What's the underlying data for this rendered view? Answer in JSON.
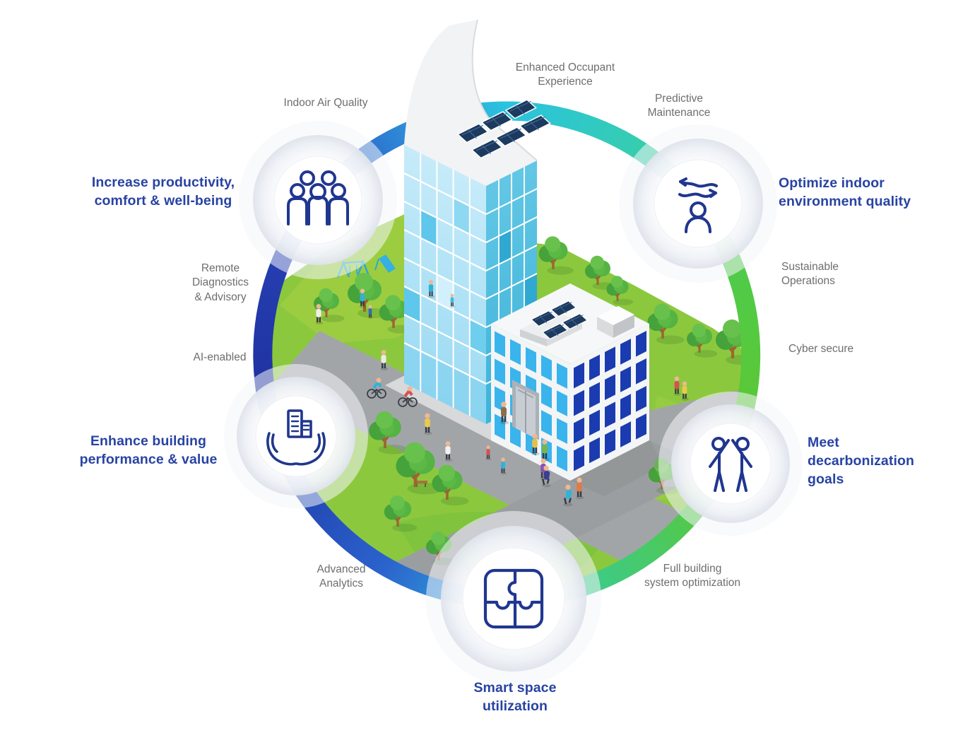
{
  "benefits": [
    {
      "id": "productivity",
      "label": "Increase productivity,\ncomfort & well-being",
      "icon": "people-group-icon"
    },
    {
      "id": "indoor-quality",
      "label": "Optimize indoor\nenvironment quality",
      "icon": "air-flow-person-icon"
    },
    {
      "id": "performance",
      "label": "Enhance building\nperformance & value",
      "icon": "hands-holding-building-icon"
    },
    {
      "id": "decarbonization",
      "label": "Meet\ndecarbonization\ngoals",
      "icon": "high-five-people-icon"
    },
    {
      "id": "space",
      "label": "Smart space\nutilization",
      "icon": "puzzle-pieces-icon"
    }
  ],
  "capabilities": {
    "indoor_air_quality": "Indoor Air Quality",
    "enhanced_occupant_experience": "Enhanced Occupant\nExperience",
    "predictive_maintenance": "Predictive\nMaintenance",
    "sustainable_operations": "Sustainable\nOperations",
    "cyber_secure": "Cyber secure",
    "full_building_system_optimization": "Full building\nsystem optimization",
    "advanced_analytics": "Advanced\nAnalytics",
    "ai_enabled": "AI-enabled",
    "remote_diagnostics_advisory": "Remote\nDiagnostics\n& Advisory"
  },
  "colors": {
    "heading_text": "#2843a3",
    "capability_text": "#6e6e6e",
    "icon_stroke": "#20368f",
    "ring_navy": "#1e2f9b",
    "ring_royal_blue": "#2b4ac0",
    "ring_cyan": "#2ac3df",
    "ring_teal_green": "#40ce8c",
    "ring_green": "#5ec72e",
    "grass_green": "#8cc83e",
    "road_gray": "#a2a5a8",
    "window_light_blue": "#39b4ec",
    "window_dark_navy": "#1a3cb0"
  }
}
